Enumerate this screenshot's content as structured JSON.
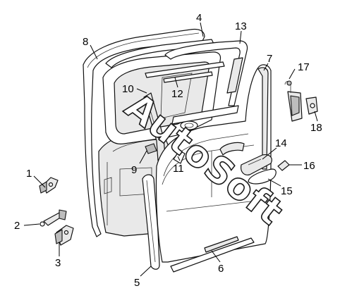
{
  "diagram": {
    "watermark": "AutoSoft",
    "callouts": [
      {
        "id": "c1",
        "label": "1"
      },
      {
        "id": "c2",
        "label": "2"
      },
      {
        "id": "c3",
        "label": "3"
      },
      {
        "id": "c4",
        "label": "4"
      },
      {
        "id": "c5",
        "label": "5"
      },
      {
        "id": "c6",
        "label": "6"
      },
      {
        "id": "c7",
        "label": "7"
      },
      {
        "id": "c8",
        "label": "8"
      },
      {
        "id": "c9",
        "label": "9"
      },
      {
        "id": "c10",
        "label": "10"
      },
      {
        "id": "c11",
        "label": "11"
      },
      {
        "id": "c12",
        "label": "12"
      },
      {
        "id": "c13",
        "label": "13"
      },
      {
        "id": "c14",
        "label": "14"
      },
      {
        "id": "c15",
        "label": "15"
      },
      {
        "id": "c16",
        "label": "16"
      },
      {
        "id": "c17",
        "label": "17"
      },
      {
        "id": "c18",
        "label": "18"
      }
    ]
  }
}
